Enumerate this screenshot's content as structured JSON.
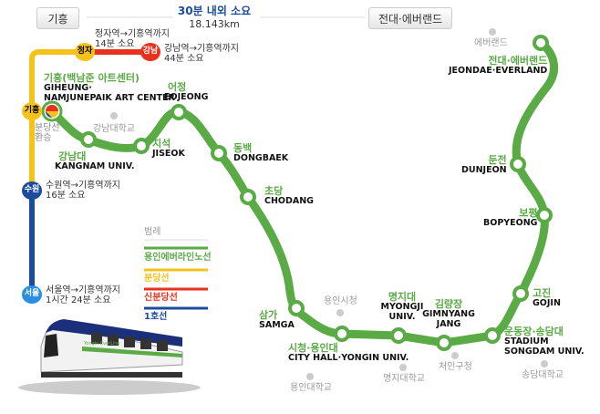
{
  "header": {
    "start": "기흥",
    "end": "전대·에버랜드",
    "duration": "30분 내외 소요",
    "distance": "18.143km"
  },
  "colors": {
    "everline": "#5aaa46",
    "bundang": "#f5c21a",
    "shinbundang": "#e8321e",
    "line1": "#1d4c9c",
    "seoul": "#2a8fe0"
  },
  "stations": [
    {
      "ko": "기흥(백남준 아트센터)",
      "en": "GIHEUNG·\nNAMJUNEPAIK ART CENTER"
    },
    {
      "ko": "강남대",
      "en": "KANGNAM UNIV."
    },
    {
      "ko": "지석",
      "en": "JISEOK"
    },
    {
      "ko": "어정",
      "en": "EOJEONG"
    },
    {
      "ko": "동백",
      "en": "DONGBAEK"
    },
    {
      "ko": "초당",
      "en": "CHODANG"
    },
    {
      "ko": "삼가",
      "en": "SAMGA"
    },
    {
      "ko": "시청·용인대",
      "en": "CITY HALL·YONGIN UNIV."
    },
    {
      "ko": "명지대",
      "en": "MYONGJI UNIV."
    },
    {
      "ko": "김량장",
      "en": "GIMNYANG JANG"
    },
    {
      "ko": "운동장·송담대",
      "en": "STADIUM SONGDAM UNIV."
    },
    {
      "ko": "고진",
      "en": "GOJIN"
    },
    {
      "ko": "보평",
      "en": "BOPYEONG"
    },
    {
      "ko": "둔전",
      "en": "DUNJEON"
    },
    {
      "ko": "전대·에버랜드",
      "en": "JEONDAE·EVERLAND"
    }
  ],
  "transfer": {
    "giheung": "기흥",
    "jeongja": "정자",
    "gangnam": "강남",
    "suwon": "수원",
    "seoul": "서울",
    "bundang_transfer": "분당선\n환승",
    "jeongja_note": "정자역→기흥역까지\n14분 소요",
    "gangnam_note": "강남역→기흥역까지\n44분 소요",
    "suwon_note": "수원역→기흥역까지\n16분 소요",
    "seoul_note": "서울역→기흥역까지\n1시간 24분 소요"
  },
  "landmarks": [
    "강남대학교",
    "용인시청",
    "용인대학교",
    "명지대학교",
    "처인구청",
    "송담대학교",
    "에버랜드"
  ],
  "legend": {
    "title": "범례",
    "items": [
      "용인에버라인노선",
      "분당선",
      "신분당선",
      "1호선"
    ]
  },
  "train_text": "Yongin EverLine"
}
